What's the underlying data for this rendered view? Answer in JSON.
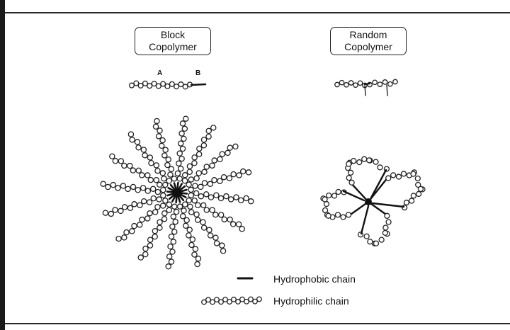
{
  "block_copolymer": {
    "label_line1": "Block",
    "label_line2": "Copolymer",
    "segment_a": "A",
    "segment_b": "B"
  },
  "random_copolymer": {
    "label_line1": "Random",
    "label_line2": "Copolymer"
  },
  "legend": {
    "hydrophobic": "Hydrophobic chain",
    "hydrophilic": "Hydrophilic chain"
  },
  "colors": {
    "ink": "#222222",
    "border": "#1a1a1a"
  }
}
